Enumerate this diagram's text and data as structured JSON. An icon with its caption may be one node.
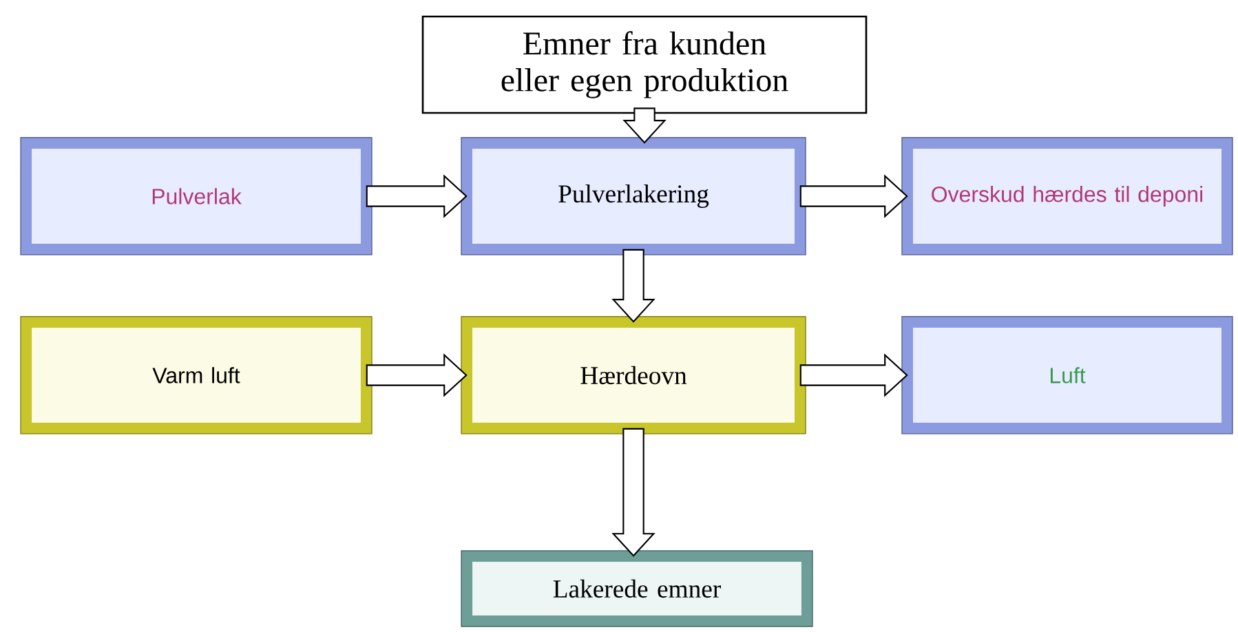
{
  "diagram": {
    "nodes": [
      {
        "text": [
          "Emner fra kunden eller egen produktion"
        ]
      },
      {
        "text": [
          "Pulverlak"
        ]
      },
      {
        "text": [
          "Pulverlakering"
        ]
      },
      {
        "text": [
          "Overskud hærdes til deponi"
        ]
      },
      {
        "text": [
          "Varm luft"
        ]
      },
      {
        "text": [
          "Hærdeovn"
        ]
      },
      {
        "text": [
          "Luft"
        ]
      },
      {
        "text": [
          "Lakerede emner"
        ]
      }
    ],
    "edges": [
      {
        "from": 0,
        "to": 2,
        "arrow": "to"
      },
      {
        "from": 1,
        "to": 2,
        "arrow": "to"
      },
      {
        "from": 2,
        "to": 3,
        "arrow": "to"
      },
      {
        "from": 2,
        "to": 5,
        "arrow": "to"
      },
      {
        "from": 4,
        "to": 5,
        "arrow": "to"
      },
      {
        "from": 5,
        "to": 6,
        "arrow": "to"
      },
      {
        "from": 5,
        "to": 7,
        "arrow": "to"
      }
    ]
  }
}
